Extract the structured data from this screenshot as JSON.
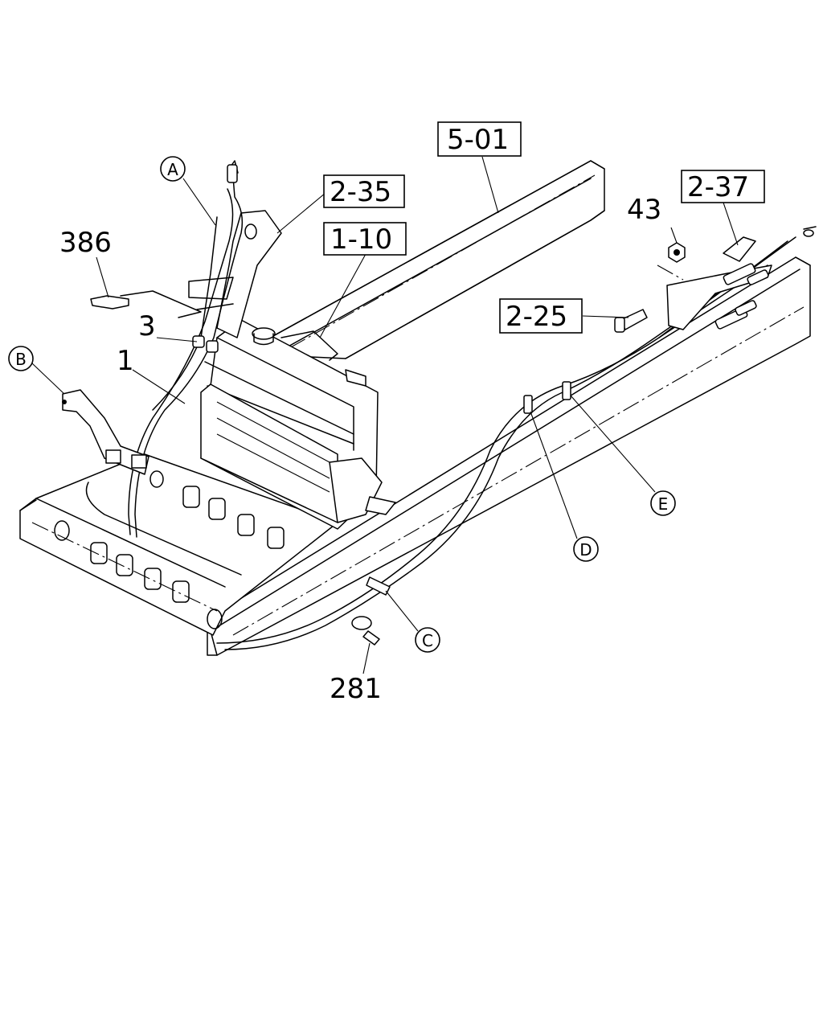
{
  "diagram": {
    "boxed_labels": {
      "ref_5_01": "5-01",
      "ref_2_35": "2-35",
      "ref_1_10": "1-10",
      "ref_2_37": "2-37",
      "ref_2_25": "2-25"
    },
    "part_numbers": {
      "p386": "386",
      "p3": "3",
      "p1": "1",
      "p43": "43",
      "p281": "281"
    },
    "callouts": {
      "a": "A",
      "b": "B",
      "c": "C",
      "d": "D",
      "e": "E"
    }
  }
}
